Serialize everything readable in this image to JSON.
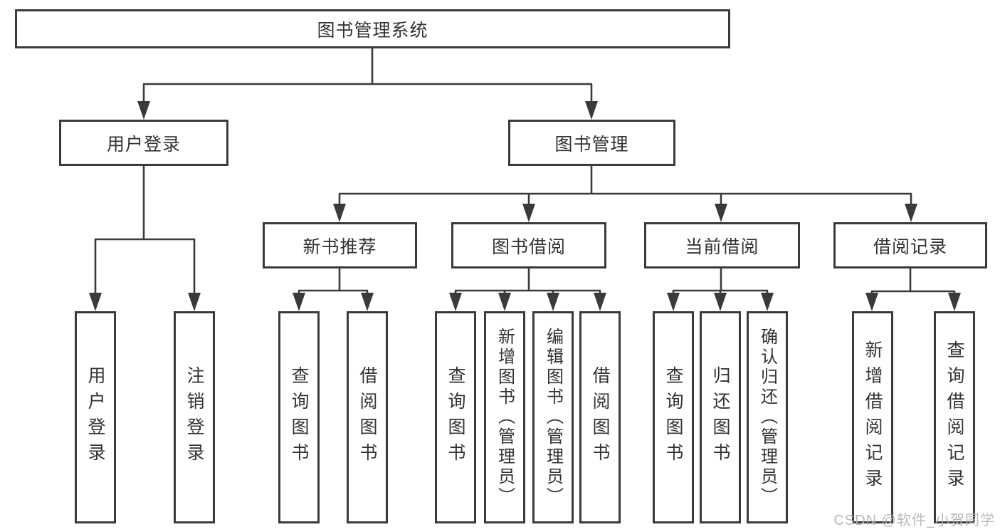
{
  "diagram": {
    "nodes": {
      "root": "图书管理系统",
      "user_login": "用户登录",
      "book_mgmt": "图书管理",
      "new_books": "新书推荐",
      "book_borrow": "图书借阅",
      "current_borrow": "当前借阅",
      "borrow_records": "借阅记录",
      "user_login_children": [
        "用户登录",
        "注销登录"
      ],
      "new_books_children": [
        "查询图书",
        "借阅图书"
      ],
      "book_borrow_children": [
        "查询图书",
        "新增图书（管理员）",
        "编辑图书（管理员）",
        "借阅图书"
      ],
      "current_borrow_children": [
        "查询图书",
        "归还图书",
        "确认归还（管理员）"
      ],
      "borrow_records_children": [
        "新增借阅记录",
        "查询借阅记录"
      ]
    }
  },
  "watermark": "CSDN @软件_小贺同学",
  "colors": {
    "line": "#3a3a3a",
    "text": "#333333",
    "watermark": "#b2b5bc",
    "background": "#ffffff"
  }
}
